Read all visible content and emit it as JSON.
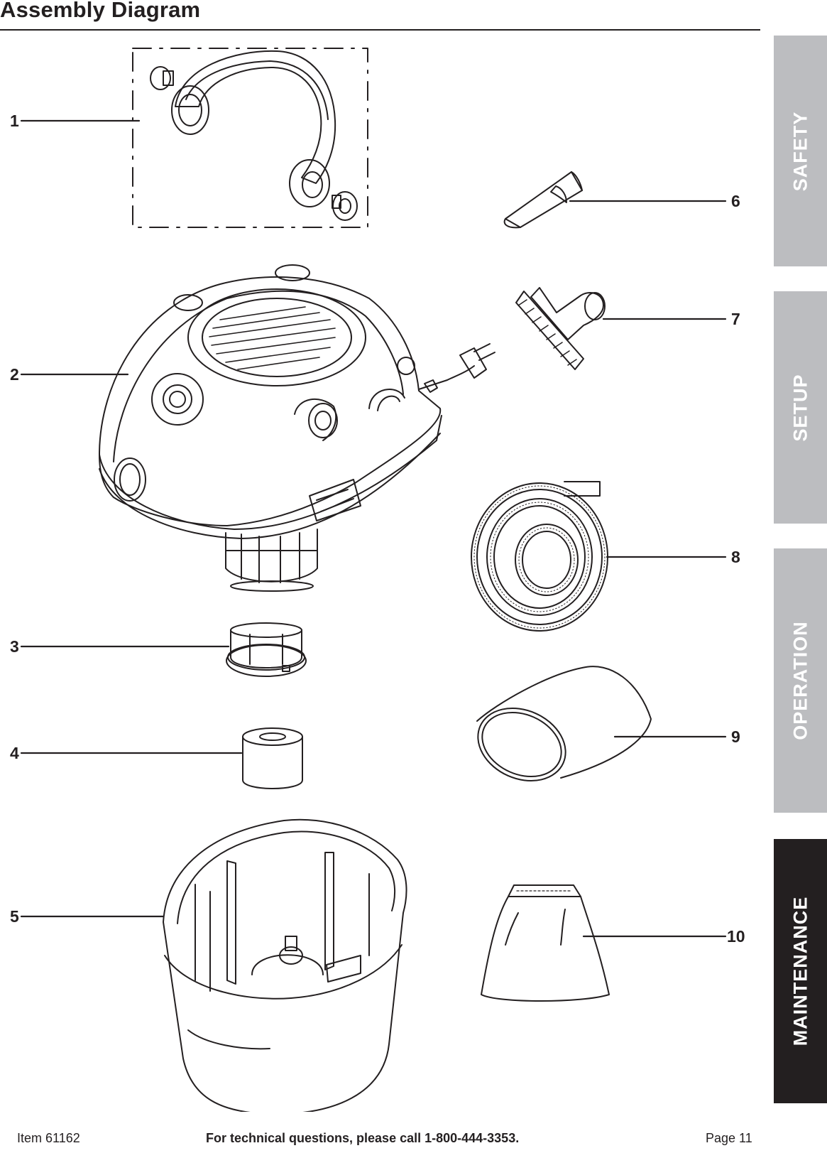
{
  "header": {
    "title": "Assembly Diagram"
  },
  "callouts": [
    "1",
    "2",
    "3",
    "4",
    "5",
    "6",
    "7",
    "8",
    "9",
    "10"
  ],
  "side_tabs": [
    {
      "label": "SAFETY",
      "active": false
    },
    {
      "label": "SETUP",
      "active": false
    },
    {
      "label": "OPERATION",
      "active": false
    },
    {
      "label": "MAINTENANCE",
      "active": true
    }
  ],
  "footer": {
    "item": "Item 61162",
    "tech": "For technical questions, please call 1-800-444-3353.",
    "page": "Page 11"
  },
  "colors": {
    "ink": "#231f20",
    "tab_inactive": "#bcbdc0",
    "tab_active": "#231f20"
  }
}
